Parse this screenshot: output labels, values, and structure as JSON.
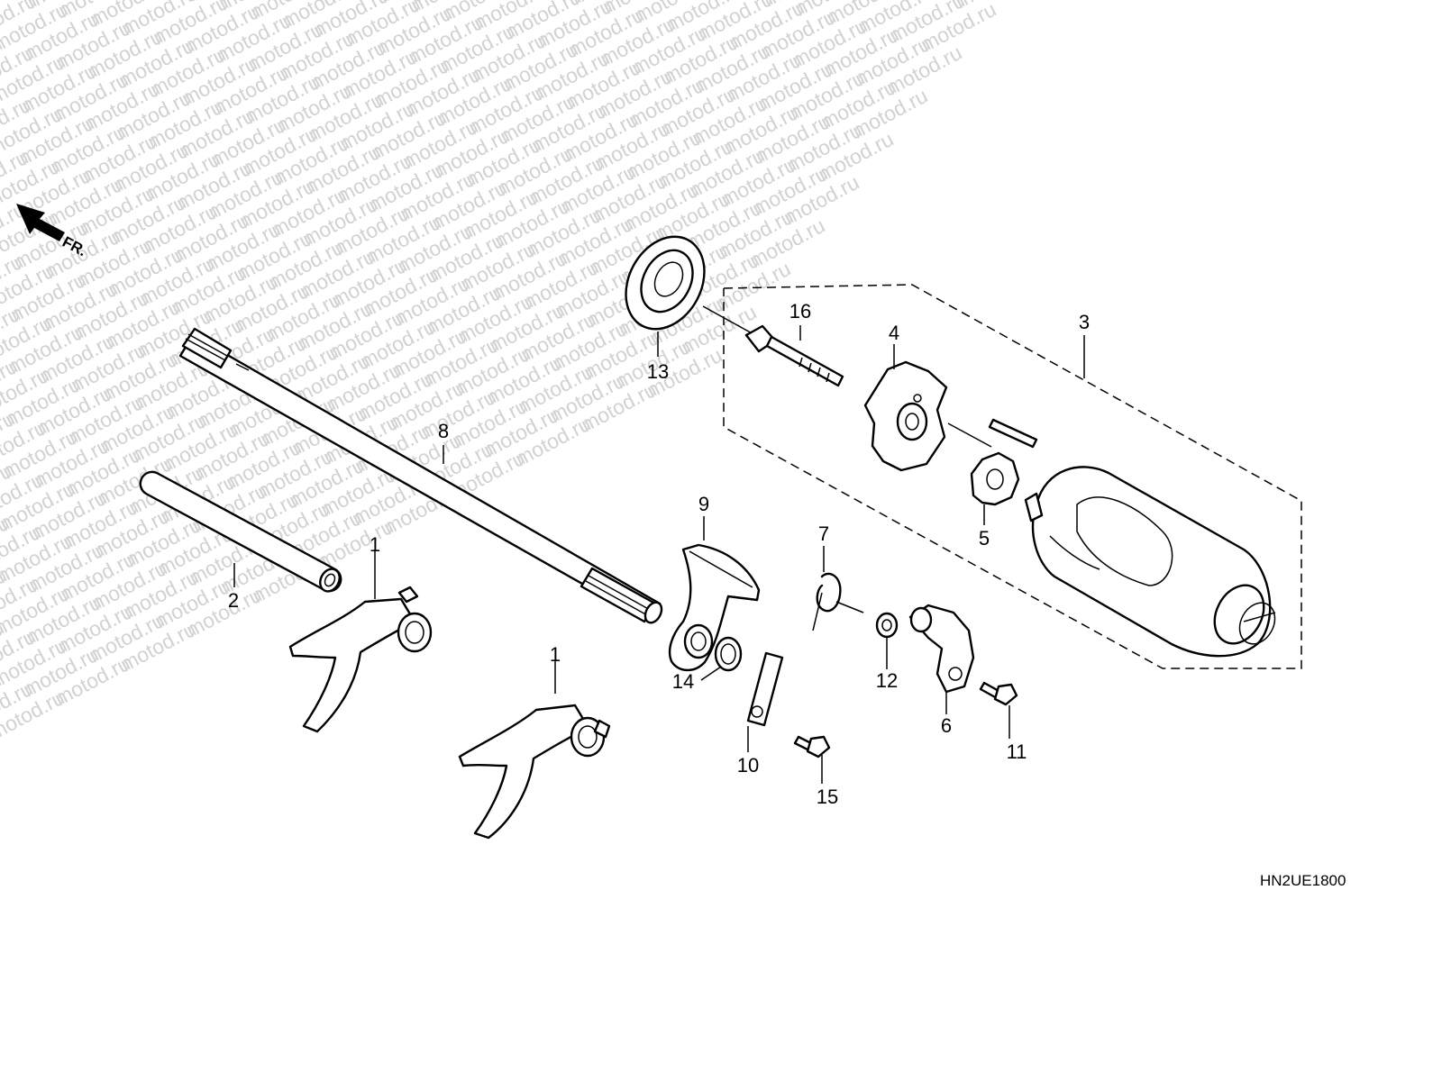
{
  "watermark": "motod.ru",
  "direction_label": "FR.",
  "diagram_code": "HN2UE1800",
  "callouts": {
    "c1a": "1",
    "c1b": "1",
    "c2": "2",
    "c3": "3",
    "c4": "4",
    "c5": "5",
    "c6": "6",
    "c7": "7",
    "c8": "8",
    "c9": "9",
    "c10": "10",
    "c11": "11",
    "c12": "12",
    "c13": "13",
    "c14": "14",
    "c15": "15",
    "c16": "16"
  }
}
